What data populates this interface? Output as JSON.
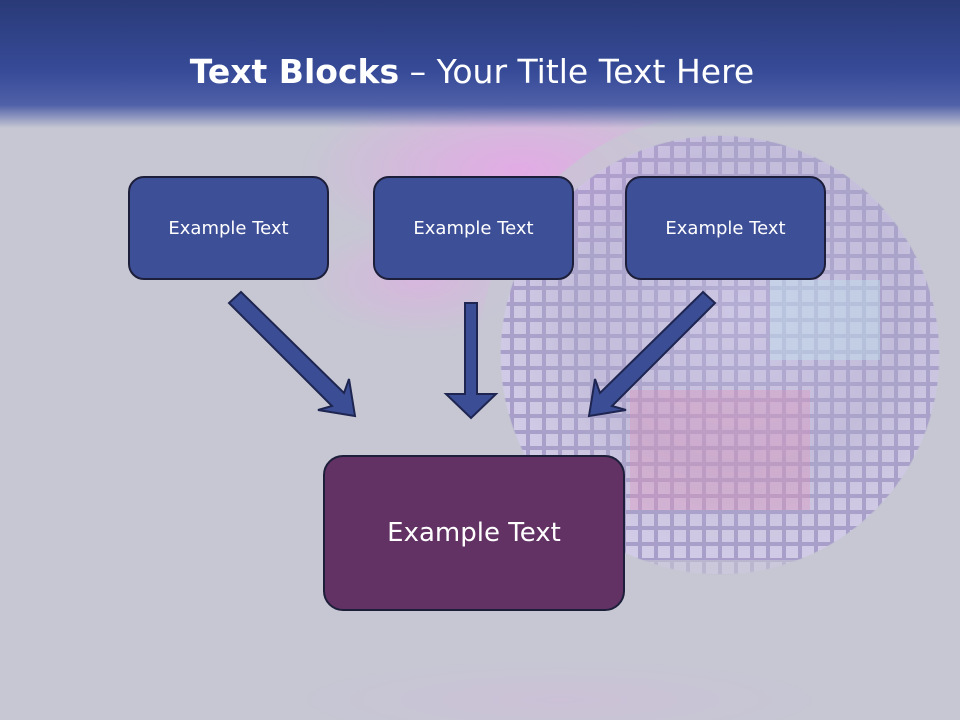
{
  "slide": {
    "title_bold": "Text Blocks",
    "title_dash": " – ",
    "title_rest": "Your Title Text Here"
  },
  "blocks": [
    {
      "label": "Example Text"
    },
    {
      "label": "Example Text"
    },
    {
      "label": "Example Text"
    }
  ],
  "result": {
    "label": "Example Text"
  },
  "colors": {
    "title_band": "#364a97",
    "block_fill": "#3d4f97",
    "result_fill": "#633264",
    "arrow_fill": "#3b4d94",
    "background": "#c6c7d3"
  }
}
